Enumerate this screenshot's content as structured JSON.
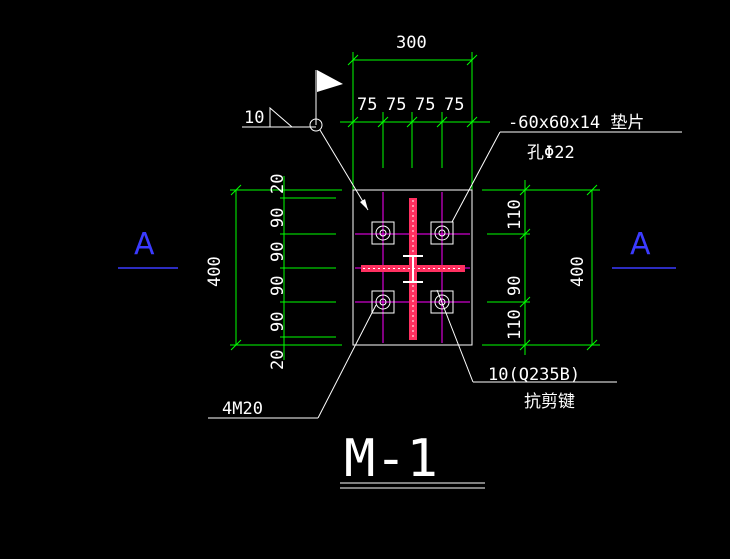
{
  "labels": {
    "plate_width": "300",
    "bolt_spacing": [
      "75",
      "75",
      "75",
      "75"
    ],
    "left_dims": [
      "20",
      "90",
      "90",
      "90",
      "90",
      "20"
    ],
    "left_total": "400",
    "right_dims": [
      "110",
      "90",
      "110"
    ],
    "right_total": "400",
    "weld_size": "10",
    "washer": "-60x60x14 垫片",
    "hole": "孔Φ22",
    "shear_key_grade": "10(Q235B)",
    "shear_key": "抗剪键",
    "anchor_bolts": "4M20",
    "section_left": "A",
    "section_right": "A",
    "drawing_title": "M-1"
  },
  "colors": {
    "dimension": "#00ff00",
    "outline": "#ffffff",
    "gridline": "#ff00ff",
    "section_mark": "#3b3bff",
    "weld": "#ff3060"
  }
}
